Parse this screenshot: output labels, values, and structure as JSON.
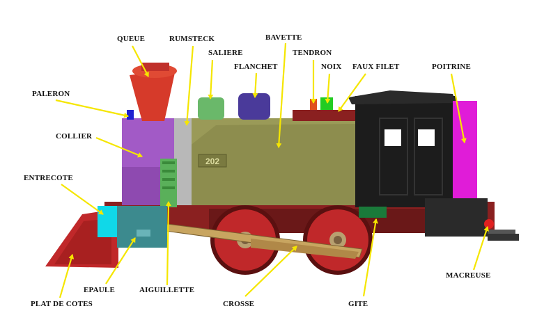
{
  "labels": {
    "queue": "QUEUE",
    "rumsteck": "RUMSTECK",
    "bavette": "BAVETTE",
    "saliere": "SALIERE",
    "tendron": "TENDRON",
    "flanchet": "FLANCHET",
    "noix": "NOIX",
    "faux_filet": "FAUX FILET",
    "poitrine": "POITRINE",
    "paleron": "PALERON",
    "collier": "COLLIER",
    "entrecote": "ENTRECOTE",
    "epaule": "EPAULE",
    "aiguillette": "AIGUILLETTE",
    "plat_de_cotes": "PLAT DE COTES",
    "crosse": "CROSSE",
    "gite": "GITE",
    "macreuse": "MACREUSE",
    "plate_number": "202"
  },
  "colors": {
    "arrow": "#f5e600",
    "chimney": "#d63a2a",
    "collier": "#a25ac6",
    "boiler": "#9a9a58",
    "cab": "#1c1c1c",
    "poitrine": "#e01cd8",
    "cyan_block": "#10d8e8",
    "epaule": "#3c8a8e",
    "wheel": "#c0282a",
    "frame": "#8a2020",
    "saliere": "#6ab86a",
    "flanchet": "#4a3a9a"
  }
}
